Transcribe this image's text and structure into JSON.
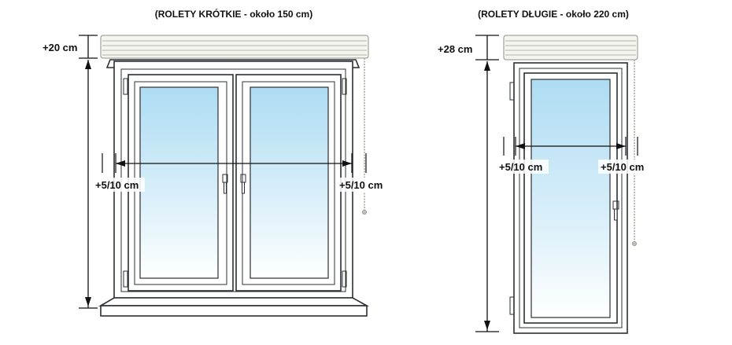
{
  "short_blinds": {
    "title": "(ROLETY KRÓTKIE - około 150 cm)",
    "top_offset": "+20 cm",
    "left_margin": "+5/10 cm",
    "right_margin": "+5/10 cm"
  },
  "long_blinds": {
    "title": "(ROLETY DŁUGIE - około 220 cm)",
    "top_offset": "+28 cm",
    "left_margin": "+5/10 cm",
    "right_margin": "+5/10 cm"
  },
  "colors": {
    "glass_top": "#aedcf3",
    "glass_bottom": "#ffffff",
    "frame": "#2b2f33",
    "blind": "#f4f5ee"
  }
}
